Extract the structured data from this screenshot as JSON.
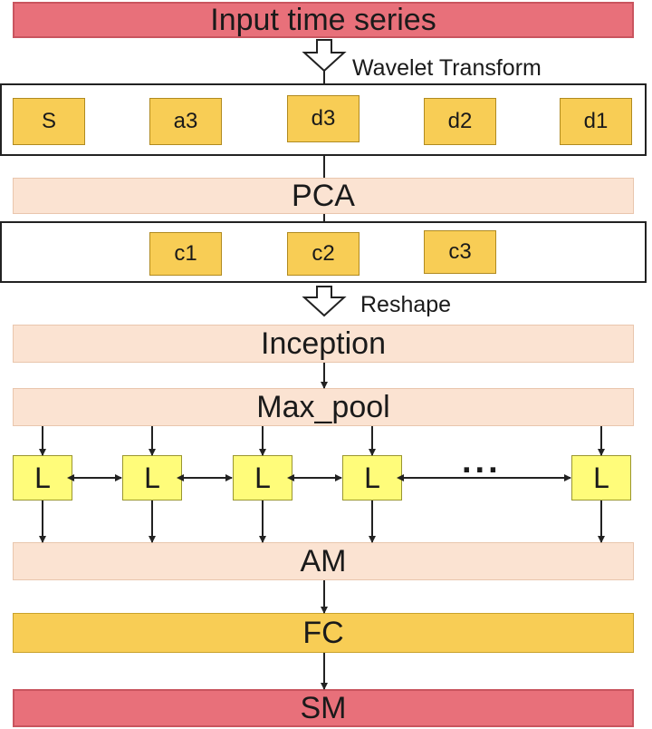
{
  "stages": {
    "input": "Input time series",
    "pca": "PCA",
    "inception": "Inception",
    "maxpool": "Max_pool",
    "am": "AM",
    "fc": "FC",
    "sm": "SM"
  },
  "labels": {
    "wavelet": "Wavelet Transform",
    "reshape": "Reshape"
  },
  "wavelet_components": [
    "S",
    "a3",
    "d3",
    "d2",
    "d1"
  ],
  "pca_components": [
    "c1",
    "c2",
    "c3"
  ],
  "lstm_units": [
    "L",
    "L",
    "L",
    "L",
    "L"
  ],
  "ellipsis": "...",
  "colors": {
    "input": "#e8707a",
    "peach": "#fbe3d2",
    "gold": "#f8cd55",
    "lstm": "#fffc7a"
  }
}
